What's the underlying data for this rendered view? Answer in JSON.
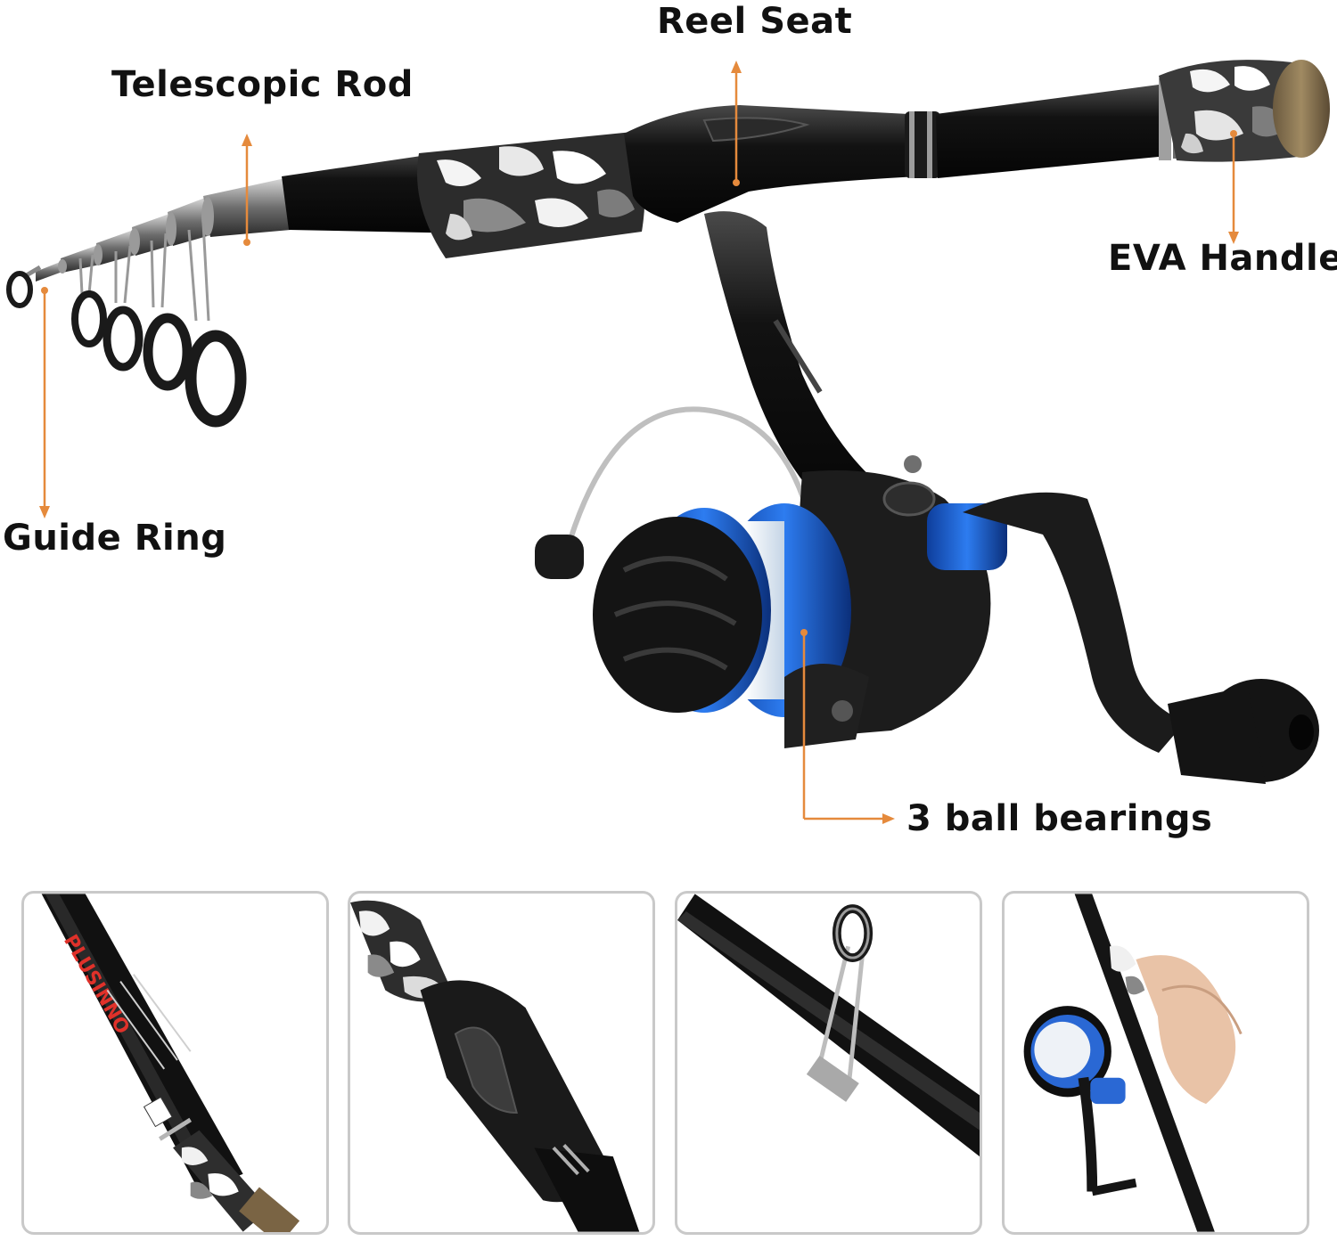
{
  "colors": {
    "leader": "#e58a3c",
    "rod": "#161616",
    "steel": "#8c8c8c",
    "spool_blue": "#1b5fd6",
    "panel_border": "#c9c9c9"
  },
  "callouts": {
    "reel_seat": "Reel Seat",
    "telescopic_rod": "Telescopic Rod",
    "eva_handle": "EVA Handle",
    "guide_ring": "Guide Ring",
    "ball_bearings": "3 ball bearings"
  },
  "panels": {
    "brand_print": "PLUSINNO"
  }
}
